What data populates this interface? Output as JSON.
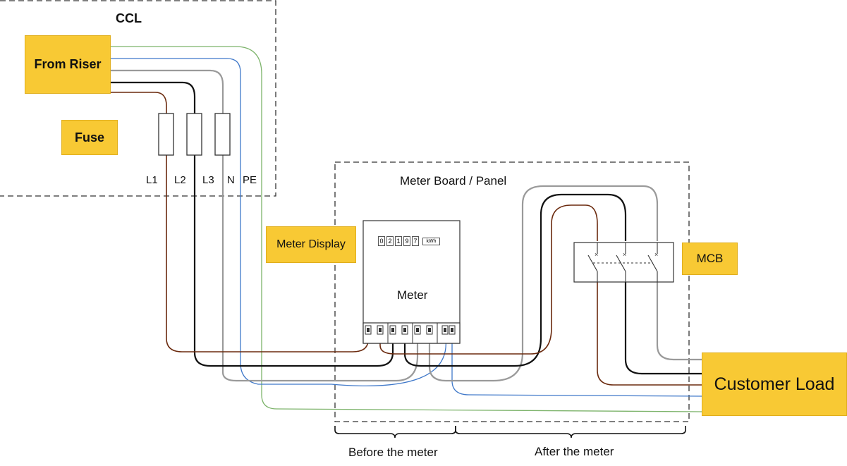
{
  "ccl": {
    "title": "CCL",
    "from_riser": "From Riser",
    "fuse": "Fuse"
  },
  "conductors": {
    "l1": "L1",
    "l2": "L2",
    "l3": "L3",
    "n": "N",
    "pe": "PE"
  },
  "meter_board": {
    "title": "Meter Board / Panel",
    "meter_display": "Meter Display"
  },
  "meter": {
    "label": "Meter",
    "digits": [
      "0",
      "2",
      "1",
      "9",
      "7"
    ],
    "unit": "kWh"
  },
  "mcb": {
    "label": "MCB"
  },
  "customer_load": {
    "label": "Customer Load"
  },
  "brackets": {
    "before": "Before the meter",
    "after": "After the meter"
  },
  "colors": {
    "highlight_box": "#f8c934",
    "l1_brown": "#6b2a0e",
    "l2_black": "#111111",
    "l3_grey": "#9a9a9a",
    "neutral_blue": "#3f78c9",
    "earth_green": "#7cb36a"
  }
}
